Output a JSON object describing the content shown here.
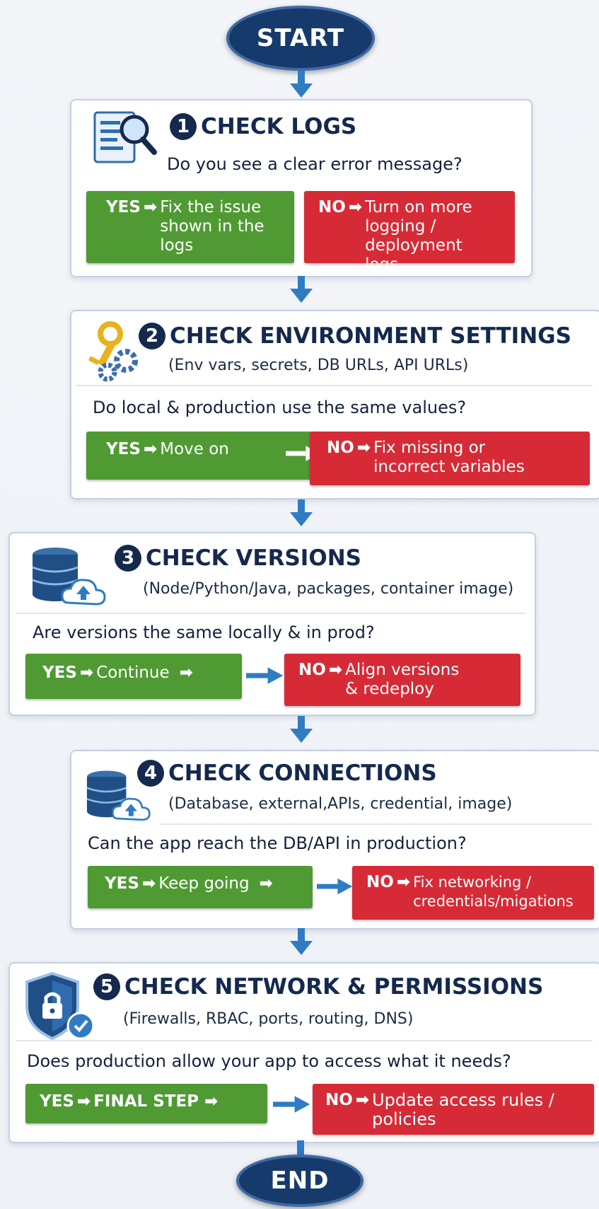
{
  "start": "START",
  "end": "END",
  "steps": [
    {
      "number": "1",
      "title": "CHECK LOGS",
      "subtitle": "",
      "question": "Do you see a clear error message?",
      "yes_label": "YES",
      "yes_text": "Fix the issue shown in the logs",
      "no_label": "NO",
      "no_text": "Turn on more logging / deployment logs",
      "icon": "log-search-icon"
    },
    {
      "number": "2",
      "title": "CHECK ENVIRONMENT SETTINGS",
      "subtitle": "(Env vars, secrets, DB URLs, API URLs)",
      "question": "Do local & production use the same values?",
      "yes_label": "YES",
      "yes_text": "Move on",
      "no_label": "NO",
      "no_text": "Fix missing or incorrect variables",
      "icon": "key-gears-icon"
    },
    {
      "number": "3",
      "title": "CHECK VERSIONS",
      "subtitle": "(Node/Python/Java, packages, container image)",
      "question": "Are versions the same locally & in prod?",
      "yes_label": "YES",
      "yes_text": "Continue",
      "no_label": "NO",
      "no_text": "Align versions & redeploy",
      "icon": "database-cloud-icon"
    },
    {
      "number": "4",
      "title": "CHECK CONNECTIONS",
      "subtitle": "(Database, external,APIs, credential, image)",
      "question": "Can the app reach the DB/API in production?",
      "yes_label": "YES",
      "yes_text": "Keep going",
      "no_label": "NO",
      "no_text": "Fix networking / credentials/migations",
      "icon": "database-cloud-icon"
    },
    {
      "number": "5",
      "title": "CHECK NETWORK & PERMISSIONS",
      "subtitle": "(Firewalls, RBAC, ports, routing, DNS)",
      "question": "Does production allow your app to access what it needs?",
      "yes_label": "YES",
      "yes_text": "FINAL STEP",
      "no_label": "NO",
      "no_text": "Update access rules / policies",
      "icon": "shield-lock-icon"
    }
  ],
  "colors": {
    "navy": "#163a6b",
    "yes": "#4f9a33",
    "no": "#d62b36",
    "arrow": "#2f7cc4"
  }
}
